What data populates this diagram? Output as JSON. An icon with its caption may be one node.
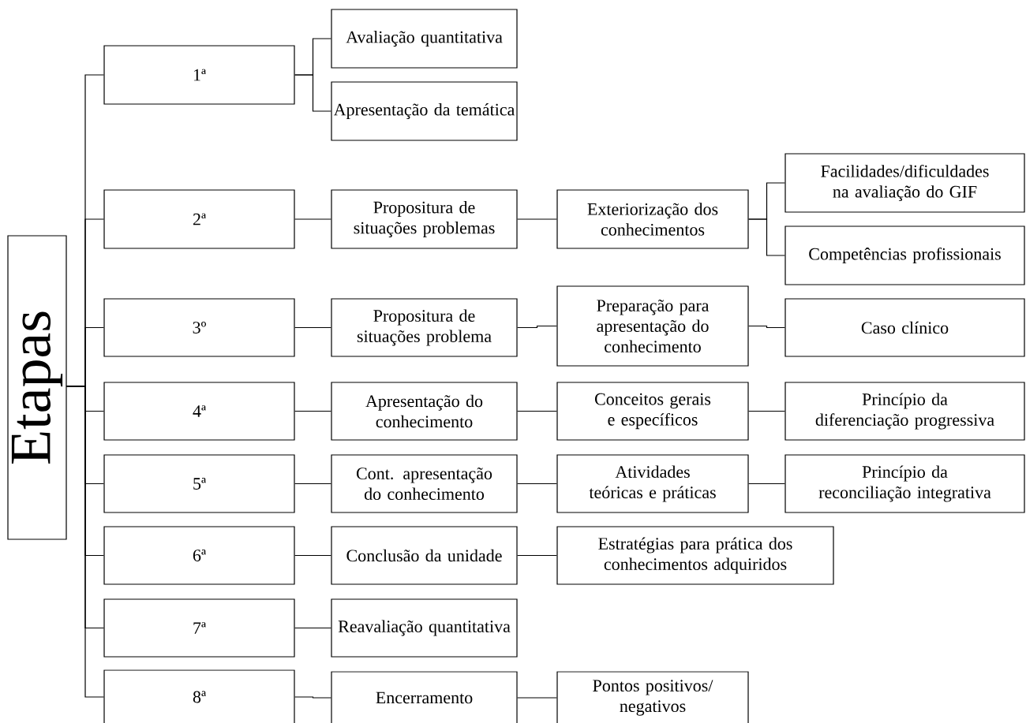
{
  "diagram": {
    "nodes": [
      {
        "text": [
          "Etapas"
        ]
      },
      {
        "text": [
          "1ª"
        ]
      },
      {
        "text": [
          "Avaliação quantitativa"
        ]
      },
      {
        "text": [
          "Apresentação da temática"
        ]
      },
      {
        "text": [
          "2ª"
        ]
      },
      {
        "text": [
          "Propositura de situações problemas"
        ]
      },
      {
        "text": [
          "Exteriorização dos conhecimentos"
        ]
      },
      {
        "text": [
          "Facilidades/dificuldades na avaliação do GIF"
        ]
      },
      {
        "text": [
          "Competências profissionais"
        ]
      },
      {
        "text": [
          "3º"
        ]
      },
      {
        "text": [
          "Propositura de situações problema"
        ]
      },
      {
        "text": [
          "Preparação para apresentação do conhecimento"
        ]
      },
      {
        "text": [
          "Caso clínico"
        ]
      },
      {
        "text": [
          "4ª"
        ]
      },
      {
        "text": [
          "Apresentação do conhecimento"
        ]
      },
      {
        "text": [
          "Conceitos gerais e específicos"
        ]
      },
      {
        "text": [
          "Princípio da diferenciação progressiva"
        ]
      },
      {
        "text": [
          "5ª"
        ]
      },
      {
        "text": [
          "Cont. apresentação do conhecimento"
        ]
      },
      {
        "text": [
          "Atividades teóricas e práticas"
        ]
      },
      {
        "text": [
          "Princípio da reconciliação integrativa"
        ]
      },
      {
        "text": [
          "6ª"
        ]
      },
      {
        "text": [
          "Conclusão da unidade"
        ]
      },
      {
        "text": [
          "Estratégias para prática dos conhecimentos adquiridos"
        ]
      },
      {
        "text": [
          "7ª"
        ]
      },
      {
        "text": [
          "Reavaliação quantitativa"
        ]
      },
      {
        "text": [
          "8ª"
        ]
      },
      {
        "text": [
          "Encerramento"
        ]
      },
      {
        "text": [
          "Pontos positivos/ negativos"
        ]
      }
    ],
    "edges": [
      {
        "from": 0,
        "to": 1,
        "arrow": "none"
      },
      {
        "from": 0,
        "to": 4,
        "arrow": "none"
      },
      {
        "from": 0,
        "to": 9,
        "arrow": "none"
      },
      {
        "from": 0,
        "to": 13,
        "arrow": "none"
      },
      {
        "from": 0,
        "to": 17,
        "arrow": "none"
      },
      {
        "from": 0,
        "to": 21,
        "arrow": "none"
      },
      {
        "from": 0,
        "to": 24,
        "arrow": "none"
      },
      {
        "from": 0,
        "to": 26,
        "arrow": "none"
      },
      {
        "from": 1,
        "to": 2,
        "arrow": "none"
      },
      {
        "from": 1,
        "to": 3,
        "arrow": "none"
      },
      {
        "from": 4,
        "to": 5,
        "arrow": "none"
      },
      {
        "from": 5,
        "to": 6,
        "arrow": "none"
      },
      {
        "from": 6,
        "to": 7,
        "arrow": "none"
      },
      {
        "from": 6,
        "to": 8,
        "arrow": "none"
      },
      {
        "from": 9,
        "to": 10,
        "arrow": "none"
      },
      {
        "from": 10,
        "to": 11,
        "arrow": "none"
      },
      {
        "from": 11,
        "to": 12,
        "arrow": "none"
      },
      {
        "from": 13,
        "to": 14,
        "arrow": "none"
      },
      {
        "from": 14,
        "to": 15,
        "arrow": "none"
      },
      {
        "from": 15,
        "to": 16,
        "arrow": "none"
      },
      {
        "from": 17,
        "to": 18,
        "arrow": "none"
      },
      {
        "from": 18,
        "to": 19,
        "arrow": "none"
      },
      {
        "from": 19,
        "to": 20,
        "arrow": "none"
      },
      {
        "from": 21,
        "to": 22,
        "arrow": "none"
      },
      {
        "from": 22,
        "to": 23,
        "arrow": "none"
      },
      {
        "from": 24,
        "to": 25,
        "arrow": "none"
      },
      {
        "from": 26,
        "to": 27,
        "arrow": "none"
      },
      {
        "from": 27,
        "to": 28,
        "arrow": "none"
      }
    ]
  }
}
